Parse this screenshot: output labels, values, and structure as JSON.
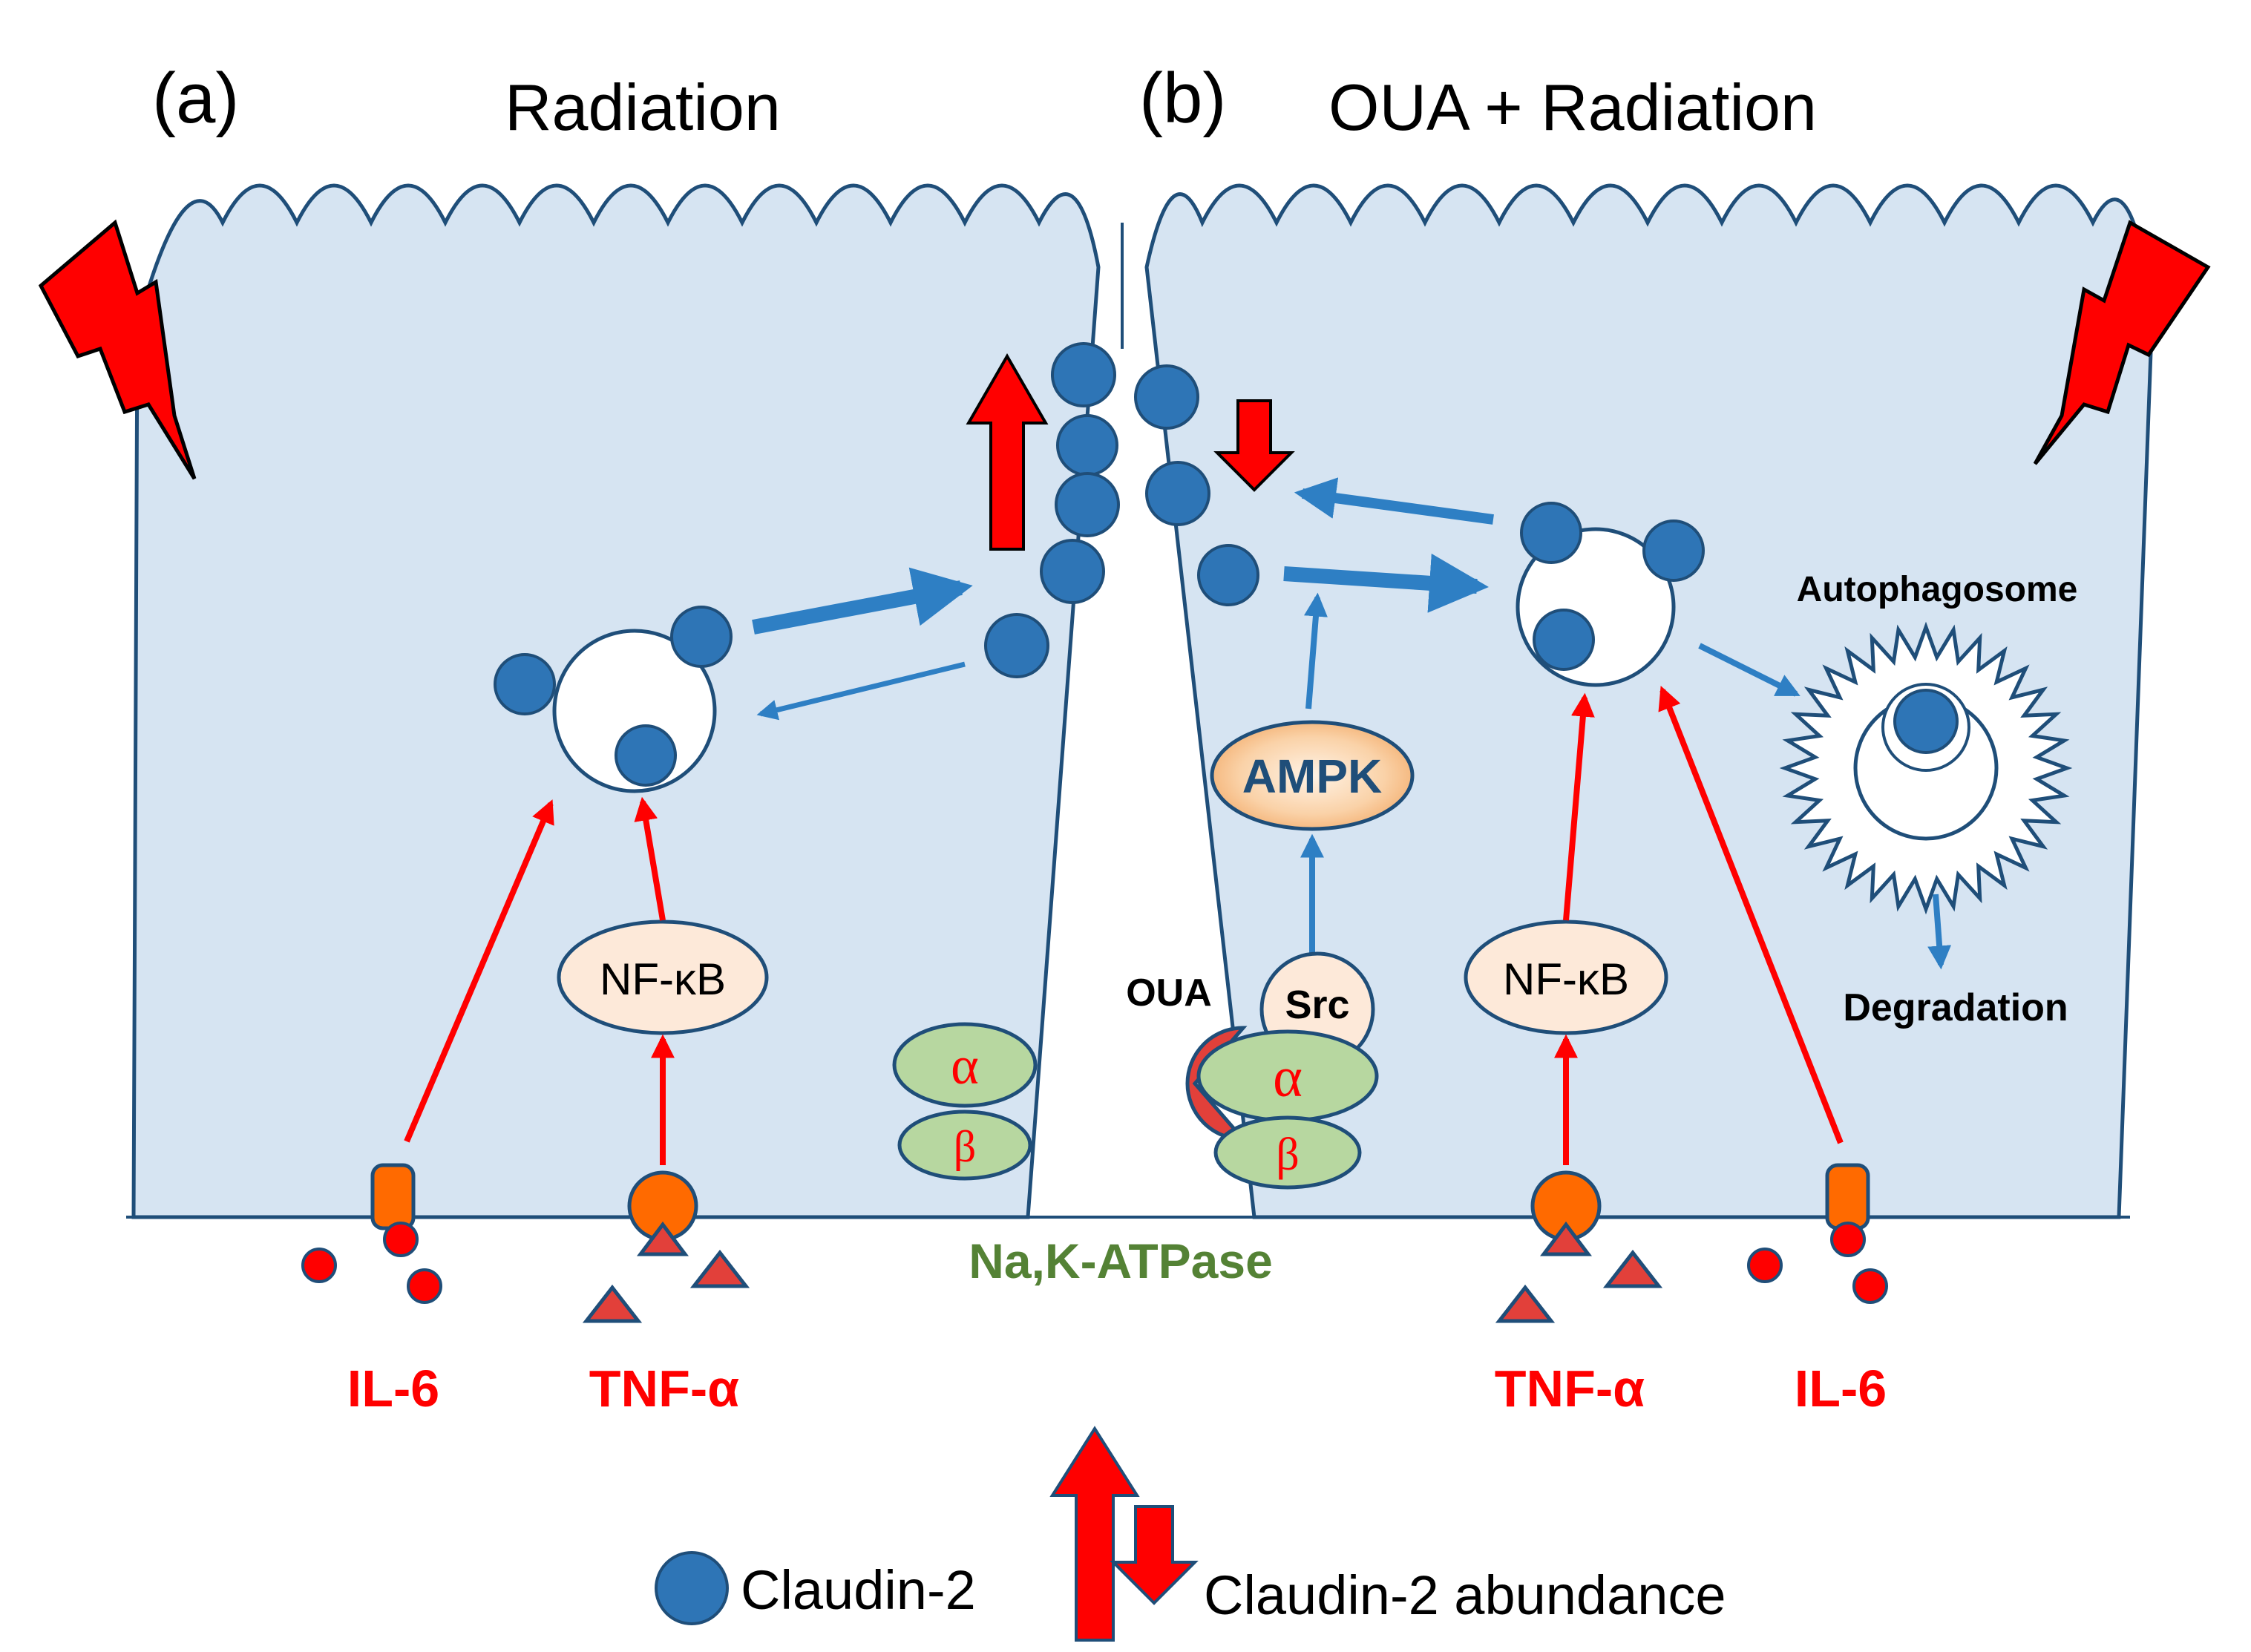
{
  "panels": {
    "a": {
      "label": "(a)",
      "title": "Radiation"
    },
    "b": {
      "label": "(b)",
      "title": "OUA + Radiation"
    }
  },
  "molecules": {
    "nfkb": "NF-κB",
    "ampk": "AMPK",
    "src": "Src",
    "oua": "OUA",
    "alpha": "α",
    "beta": "β",
    "pump": "Na,K-ATPase",
    "il6": "IL-6",
    "tnf": "TNF-α",
    "autophagosome": "Autophagosome",
    "degradation": "Degradation"
  },
  "legend": {
    "claudin": "Claudin-2",
    "abundance": "Claudin-2 abundance"
  },
  "colors": {
    "cell_fill": "#d6e4f2",
    "cell_stroke": "#1f4e79",
    "claudin": "#2e75b6",
    "pathway_arrow": "#2e7fc4",
    "signal_arrow": "#ff0000",
    "cytokine_label": "#ff0000",
    "pump_label": "#548235",
    "subunit_fill": "#b7d7a0",
    "receptor": "#ff6a00",
    "ligand": "#e2403a"
  }
}
